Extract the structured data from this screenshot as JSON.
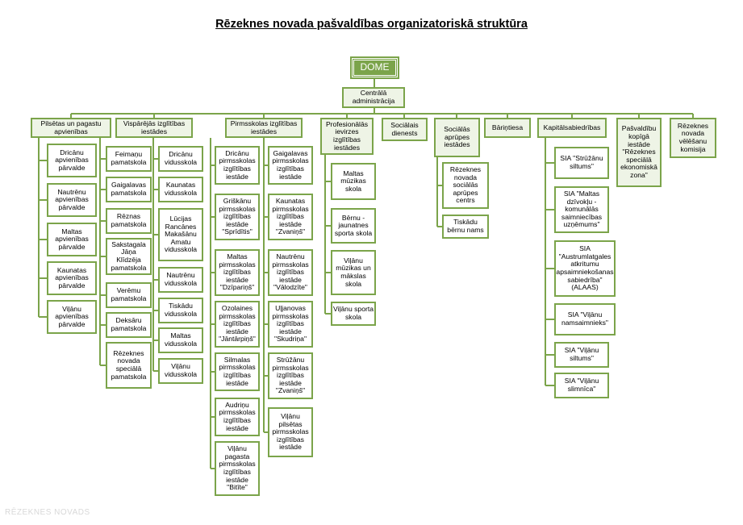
{
  "title": "Rēzeknes novada pašvaldības organizatoriskā struktūra",
  "watermark": "RĒZEKNES NOVADS",
  "colors": {
    "border": "#7ba44a",
    "dome_fill": "#7ba44a",
    "header_fill": "#eef4e6",
    "line": "#7ba44a"
  },
  "nodes": {
    "dome": "DOME",
    "admin": "Centrālā administrācija",
    "h1": "Pilsētas un pagastu apvienības",
    "h2": "Vispārējās izglītības iestādes",
    "h3": "Pirmsskolas izglītības iestādes",
    "h4": "Profesionālās ievirzes izglītības iestādes",
    "h5": "Sociālais dienests",
    "h6": "Sociālās aprūpes iestādes",
    "h7": "Bāriņtiesa",
    "h8": "Kapitālsabiedrības",
    "h9": "Pašvaldību kopīgā iestāde \"Rēzeknes speciālā ekonomiskā zona\"",
    "h10": "Rēzeknes novada vēlēšanu komisija",
    "a1": "Dricānu apvienības pārvalde",
    "a2": "Nautrēnu apvienības pārvalde",
    "a3": "Maltas apvienības pārvalde",
    "a4": "Kaunatas apvienības pārvalde",
    "a5": "Viļānu apvienības pārvalde",
    "bL1": "Feimaņu pamatskola",
    "bL2": "Gaigalavas pamatskola",
    "bL3": "Rēznas pamatskola",
    "bL4": "Sakstagala Jāņa Klīdzēja pamatskola",
    "bL5": "Verēmu pamatskola",
    "bL6": "Deksāru pamatskola",
    "bL7": "Rēzeknes novada speciālā pamatskola",
    "bR1": "Dricānu vidusskola",
    "bR2": "Kaunatas vidusskola",
    "bR3": "Lūcijas Rancānes Makašānu Amatu vidusskola",
    "bR4": "Nautrēnu vidusskola",
    "bR5": "Tiskādu vidusskola",
    "bR6": "Maltas vidusskola",
    "bR7": "Viļānu vidusskola",
    "cL1": "Dricānu pirmsskolas izglītības iestāde",
    "cL2": "Griškānu pirmsskolas izglītības iestāde \"Sprīdītis\"",
    "cL3": "Maltas pirmsskolas izglītības iestāde \"Dzīpariņš\"",
    "cL4": "Ozolaines pirmsskolas izglītības iestāde \"Jāntārpiņš\"",
    "cL5": "Silmalas pirmsskolas izglītības iestāde",
    "cL6": "Audriņu pirmsskolas izglītības iestāde",
    "cL7": "Viļānu pagasta pirmsskolas izglītības iestāde \"Bitīte\"",
    "cR1": "Gaigalavas pirmsskolas izglītības iestāde",
    "cR2": "Kaunatas pirmsskolas izglītības iestāde \"Zvaniņš\"",
    "cR3": "Nautrēnu pirmsskolas izglītības iestāde \"Vālodzīte\"",
    "cR4": "Uļjanovas pirmsskolas izglītības iestāde \"Skudriņa\"",
    "cR5": "Strūžānu pirmsskolas izglītības iestāde \"Zvaniņš\"",
    "cR6": "Viļānu pilsētas pirmsskolas izglītības iestāde",
    "d1": "Maltas mūzikas skola",
    "d2": "Bērnu - jaunatnes sporta skola",
    "d3": "Viļānu mūzikas un mākslas skola",
    "d4": "Viļānu sporta skola",
    "f1": "Rēzeknes novada sociālās aprūpes centrs",
    "f2": "Tiskādu bērnu nams",
    "k1": "SIA \"Strūžānu siltums\"",
    "k2": "SIA \"Maltas dzīvokļu - komunālās saimniecības uzņēmums\"",
    "k3": "SIA \"Austrumlatgales atkritumu apsaimniekošanas sabiedrība\" (ALAAS)",
    "k4": "SIA \"Viļānu namsaimnieks\"",
    "k5": "SIA \"Viļānu siltums\"",
    "k6": "SIA \"Viļānu slimnīca\""
  }
}
